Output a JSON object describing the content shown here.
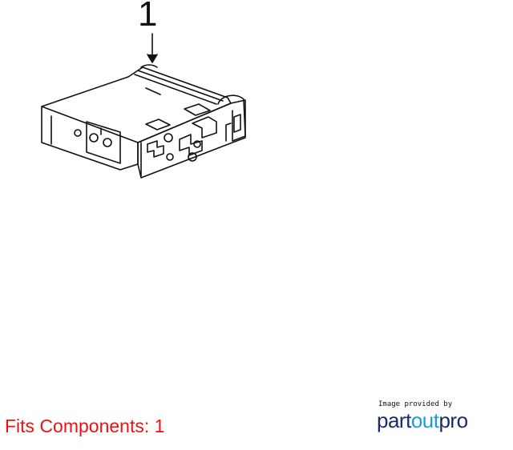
{
  "diagram": {
    "callout": "1",
    "fits_label": "Fits Components: 1"
  },
  "credit": {
    "provided_by": "Image provided by",
    "brand_part": "part",
    "brand_out": "out",
    "brand_pro": "pro"
  },
  "colors": {
    "fits_text": "#ee1111",
    "brand_dark": "#1c2a6b",
    "brand_accent": "#1f9ad6",
    "line_art": "#111111"
  }
}
